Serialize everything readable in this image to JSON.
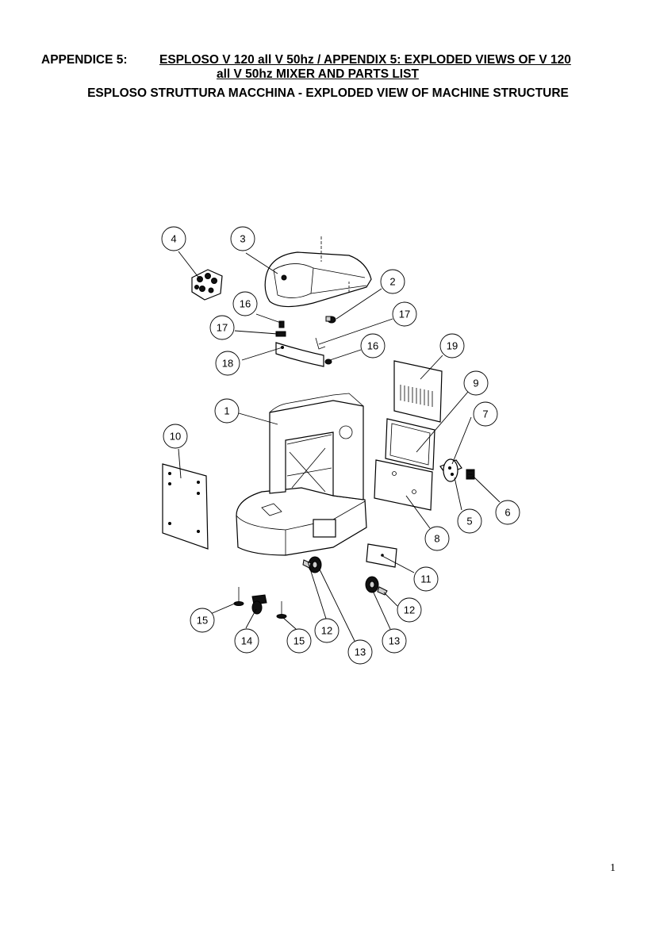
{
  "header": {
    "line1_label": "APPENDICE 5:",
    "line1_title": "ESPLOSO  V 120 all V 50hz /  APPENDIX 5:  EXPLODED VIEWS OF  V 120",
    "line2_title": "all V 50hz  MIXER AND PARTS LIST",
    "subtitle": "ESPLOSO STRUTTURA MACCHINA - EXPLODED VIEW OF MACHINE STRUCTURE"
  },
  "callouts": [
    "1",
    "2",
    "3",
    "4",
    "5",
    "6",
    "7",
    "8",
    "9",
    "10",
    "11",
    "12",
    "12",
    "13",
    "13",
    "14",
    "15",
    "15",
    "16",
    "16",
    "17",
    "17",
    "18",
    "19"
  ],
  "page_number": "1"
}
